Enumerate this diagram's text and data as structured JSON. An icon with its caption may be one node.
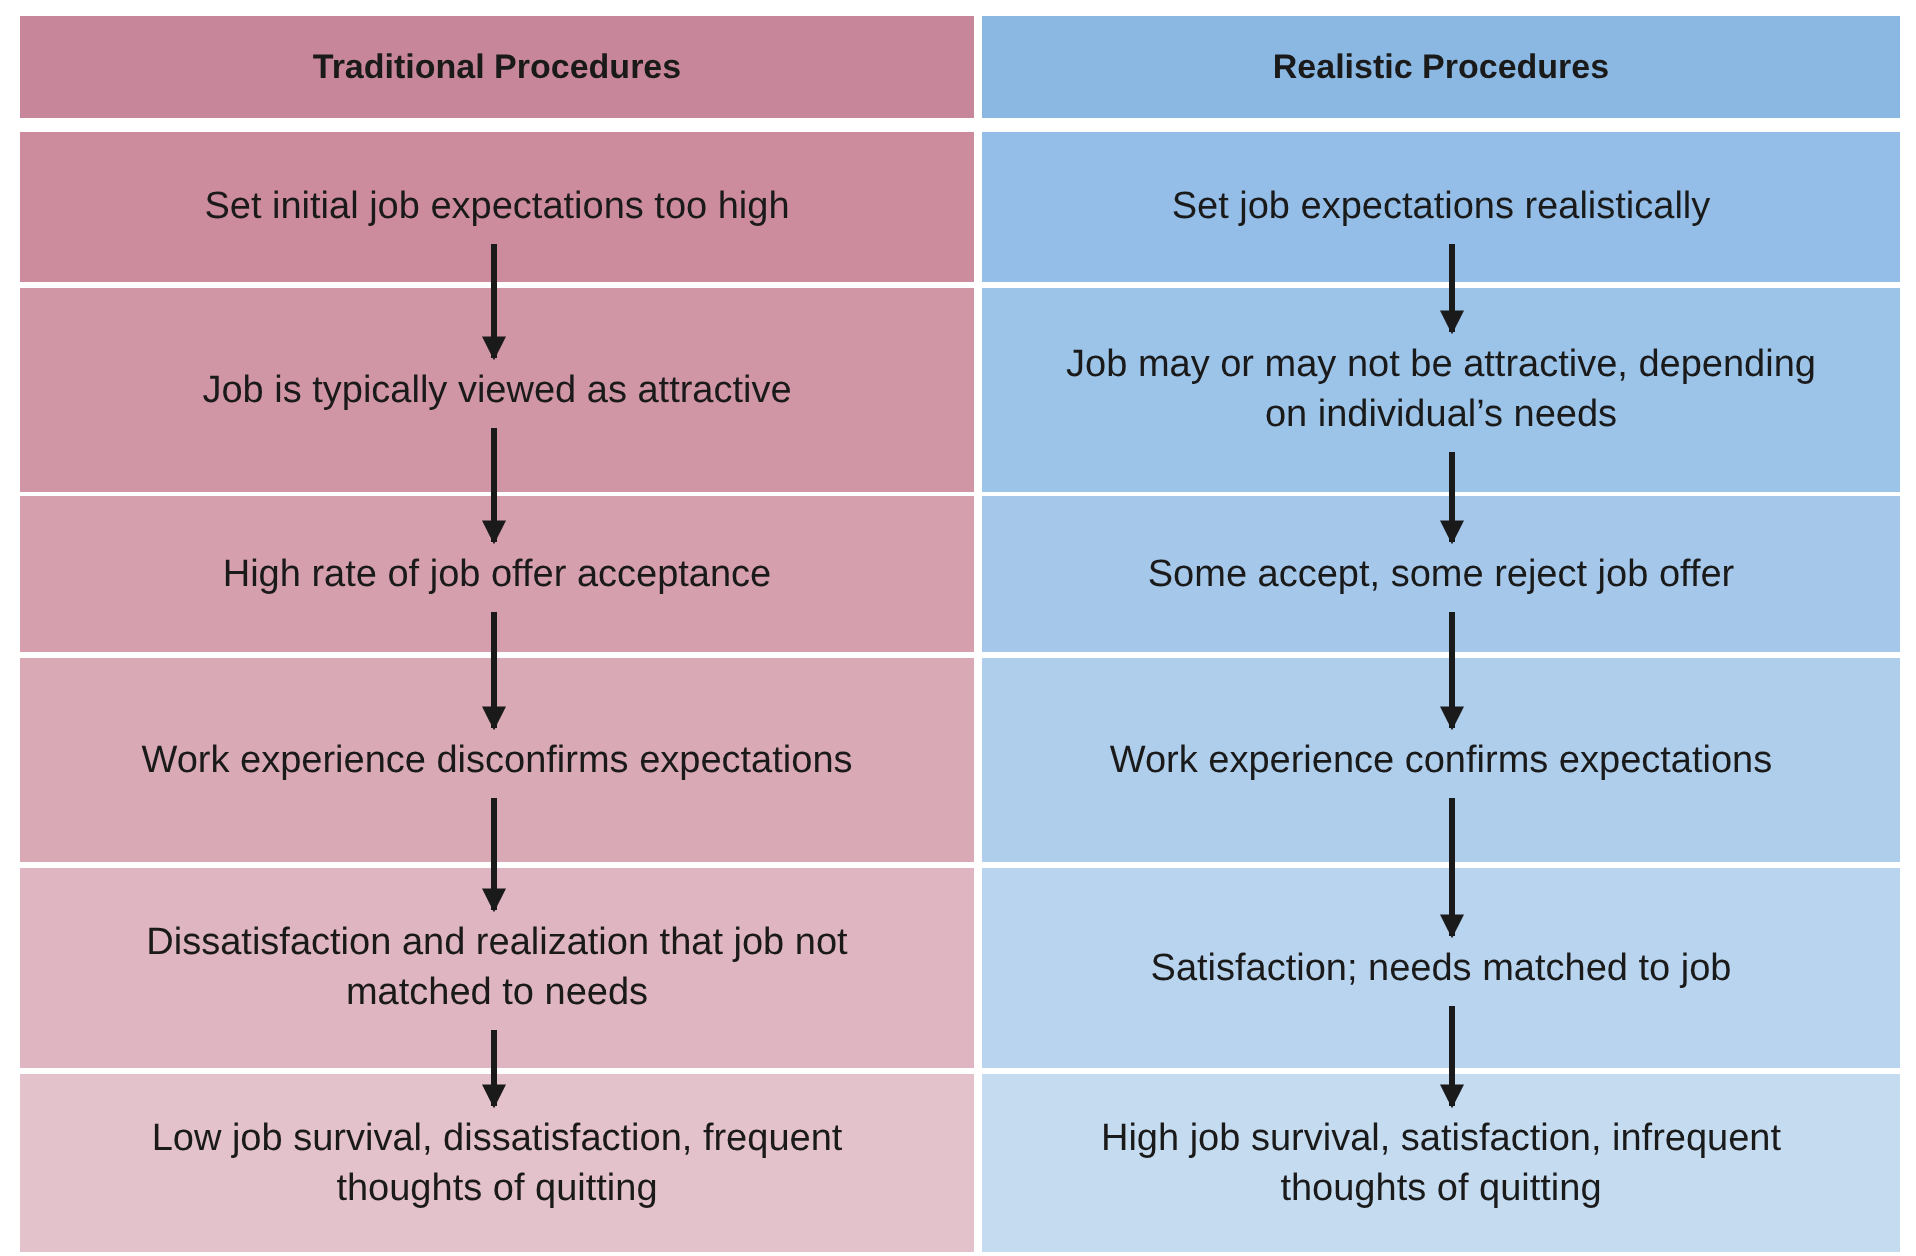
{
  "diagram": {
    "nodes": [
      {
        "text": [
          "Traditional Procedures"
        ]
      },
      {
        "text": [
          "Set initial job expectations too high"
        ]
      },
      {
        "text": [
          "Job is typically viewed as attractive"
        ]
      },
      {
        "text": [
          "High rate of job offer acceptance"
        ]
      },
      {
        "text": [
          "Work experience disconfirms expectations"
        ]
      },
      {
        "text": [
          "Dissatisfaction and realization that job not matched to needs"
        ]
      },
      {
        "text": [
          "Low job survival, dissatisfaction, frequent thoughts of quitting"
        ]
      },
      {
        "text": [
          "Realistic Procedures"
        ]
      },
      {
        "text": [
          "Set job expectations realistically"
        ]
      },
      {
        "text": [
          "Job may or may not be attractive, depending on individual’s needs"
        ]
      },
      {
        "text": [
          "Some accept, some reject job offer"
        ]
      },
      {
        "text": [
          "Work experience confirms expectations"
        ]
      },
      {
        "text": [
          "Satisfaction; needs matched to job"
        ]
      },
      {
        "text": [
          "High job survival, satisfaction, infrequent thoughts of quitting"
        ]
      }
    ],
    "edges": [
      {
        "from": 1,
        "to": 2,
        "arrow": "to"
      },
      {
        "from": 2,
        "to": 3,
        "arrow": "to"
      },
      {
        "from": 3,
        "to": 4,
        "arrow": "to"
      },
      {
        "from": 4,
        "to": 5,
        "arrow": "to"
      },
      {
        "from": 5,
        "to": 6,
        "arrow": "to"
      },
      {
        "from": 8,
        "to": 9,
        "arrow": "to"
      },
      {
        "from": 9,
        "to": 10,
        "arrow": "to"
      },
      {
        "from": 10,
        "to": 11,
        "arrow": "to"
      },
      {
        "from": 11,
        "to": 12,
        "arrow": "to"
      },
      {
        "from": 12,
        "to": 13,
        "arrow": "to"
      }
    ]
  }
}
